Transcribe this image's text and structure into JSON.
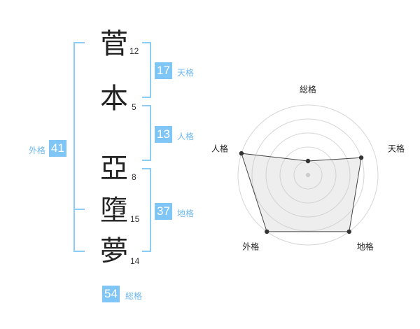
{
  "name": {
    "chars": [
      {
        "char": "菅",
        "strokes": "12"
      },
      {
        "char": "本",
        "strokes": "5"
      },
      {
        "char": "亞",
        "strokes": "8"
      },
      {
        "char": "墮",
        "strokes": "15"
      },
      {
        "char": "夢",
        "strokes": "14"
      }
    ]
  },
  "kakusu": {
    "tenkaku": {
      "value": "17",
      "label": "天格"
    },
    "jinkaku": {
      "value": "13",
      "label": "人格"
    },
    "chikaku": {
      "value": "37",
      "label": "地格"
    },
    "gaikaku": {
      "value": "41",
      "label": "外格"
    },
    "soukaku": {
      "value": "54",
      "label": "総格"
    }
  },
  "chart_data": {
    "type": "radar",
    "axes": [
      "総格",
      "天格",
      "地格",
      "外格",
      "人格"
    ],
    "values": [
      1,
      4,
      5,
      5,
      5
    ],
    "max": 5,
    "rings": 5
  }
}
